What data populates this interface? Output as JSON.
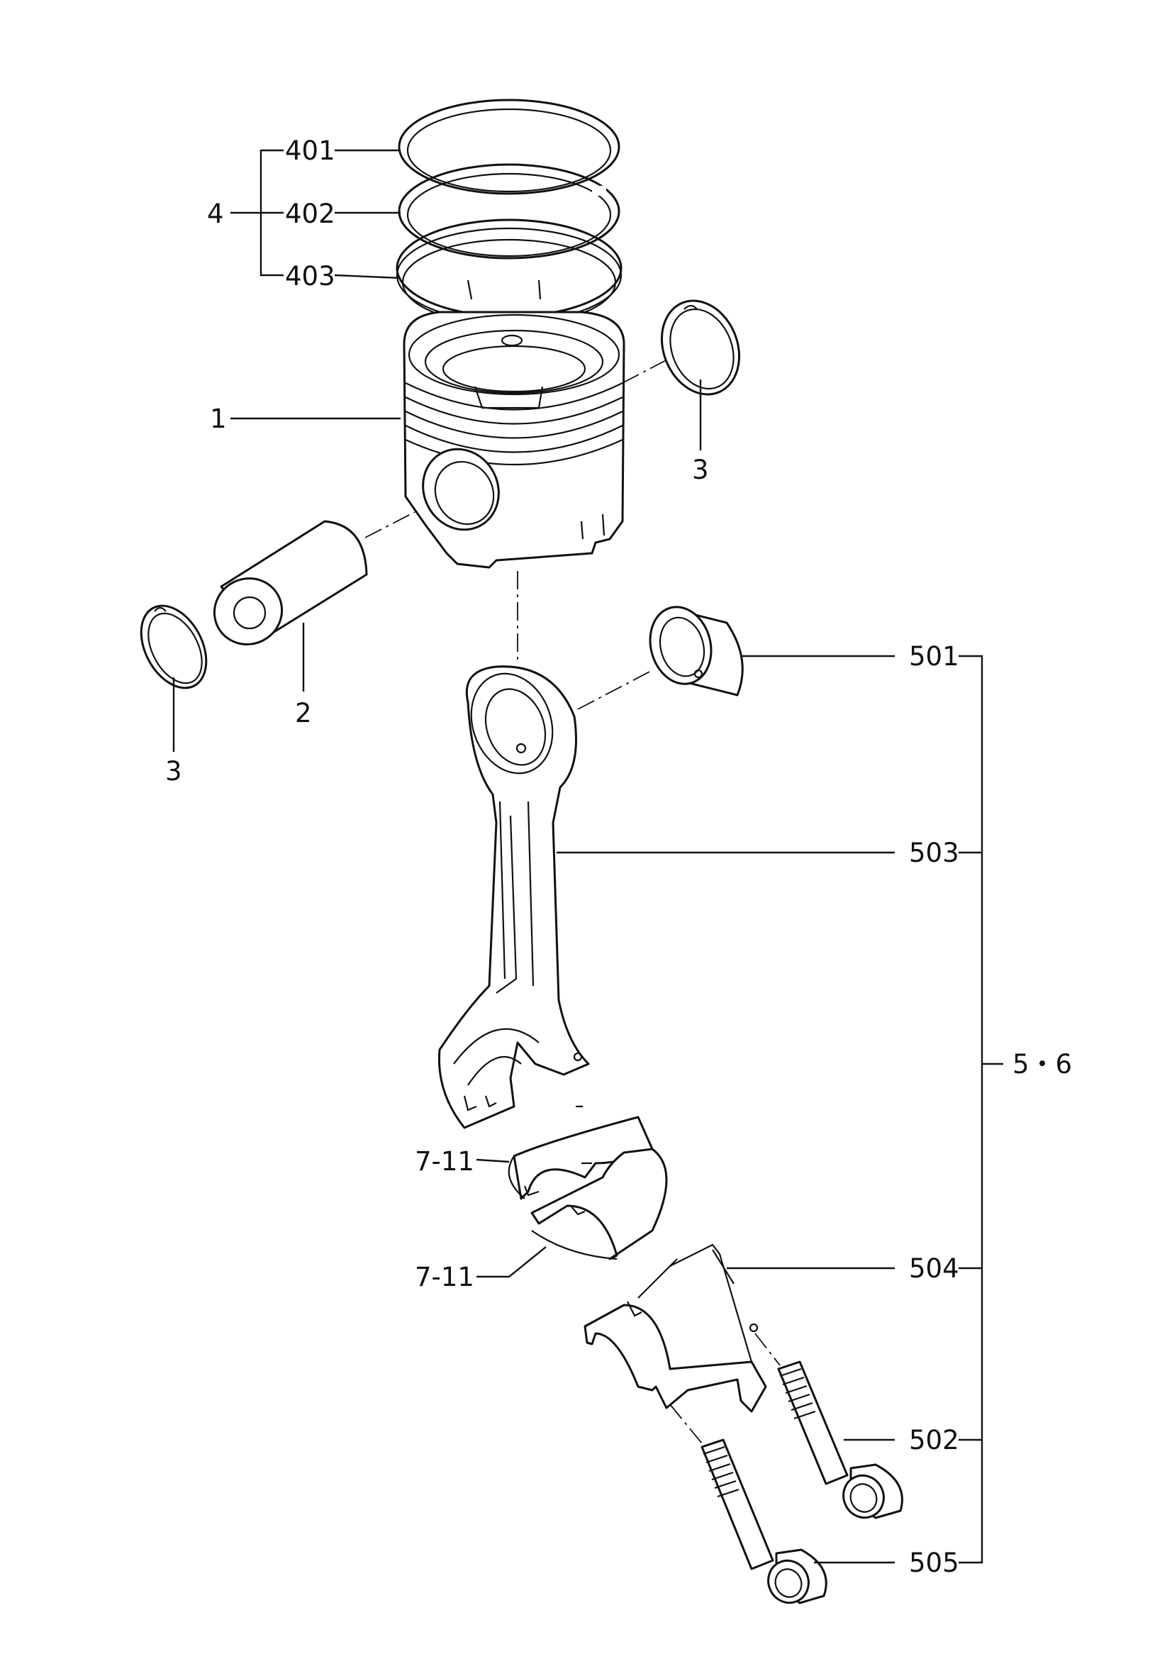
{
  "labels": {
    "ring_set": "4",
    "ring_top": "401",
    "ring_second": "402",
    "ring_oil": "403",
    "piston": "1",
    "snap_ring_right": "3",
    "snap_ring_left": "3",
    "piston_pin": "2",
    "small_end_bushing": "501",
    "connecting_rod": "503",
    "rod_assembly": "5・6",
    "bearing_upper": "7-11",
    "bearing_lower": "7-11",
    "rod_cap": "504",
    "rod_bolt_a": "502",
    "rod_bolt_b": "505"
  }
}
